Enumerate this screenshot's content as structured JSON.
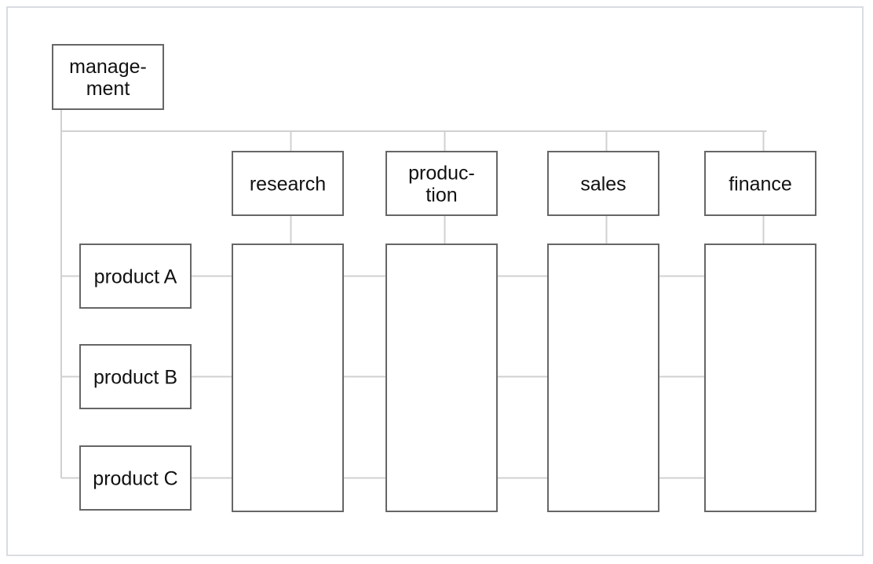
{
  "diagram": {
    "top": {
      "lines": [
        "manage-",
        "ment"
      ]
    },
    "departments": [
      {
        "lines": [
          "research"
        ]
      },
      {
        "lines": [
          "produc-",
          "tion"
        ]
      },
      {
        "lines": [
          "sales"
        ]
      },
      {
        "lines": [
          "finance"
        ]
      }
    ],
    "products": [
      {
        "lines": [
          "product A"
        ]
      },
      {
        "lines": [
          "product B"
        ]
      },
      {
        "lines": [
          "product C"
        ]
      }
    ],
    "colors": {
      "border": "#666666",
      "connector": "#d0d0d0",
      "text": "#111111",
      "frame": "#d8dde2"
    }
  }
}
